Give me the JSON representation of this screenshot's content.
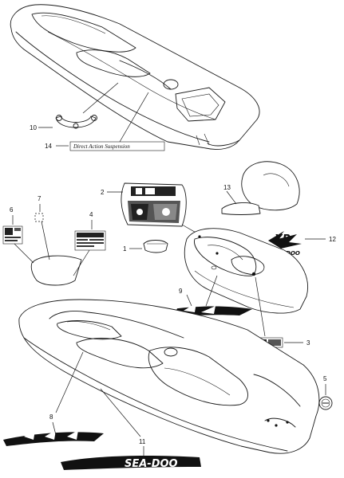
{
  "callouts": {
    "c1": "1",
    "c2": "2",
    "c3": "3",
    "c4": "4",
    "c5": "5",
    "c6": "6",
    "c7": "7",
    "c8": "8",
    "c9": "9",
    "c10": "10",
    "c11": "11",
    "c12": "12",
    "c13": "13",
    "c14": "14"
  },
  "decals": {
    "suspension_script": "Direct Action Suspension",
    "xp_logo": "XP",
    "seadoo_small": "SEA-DOO",
    "seadoo_large": "SEA-DOO"
  }
}
